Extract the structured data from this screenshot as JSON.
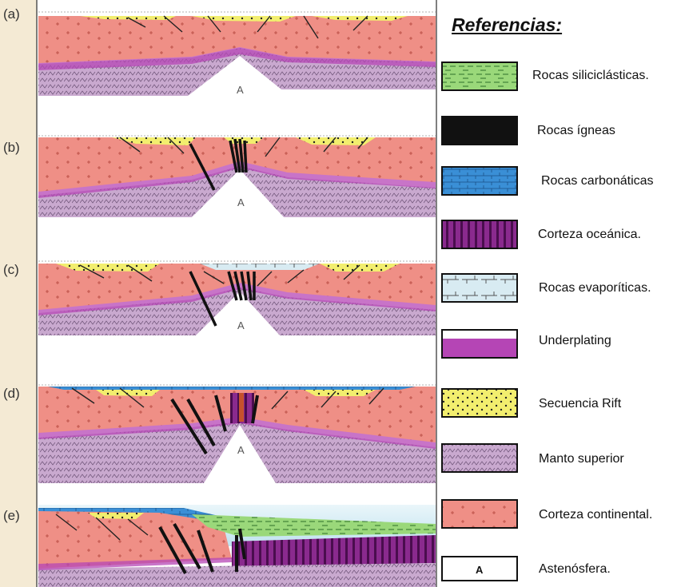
{
  "panels": [
    "(a)",
    "(b)",
    "(c)",
    "(d)",
    "(e)"
  ],
  "asthenosphere_mark": "A",
  "legend": {
    "title": "Referencias:",
    "items": [
      {
        "label": "Rocas siliciclásticas.",
        "swatch": "siliciclastic-swatch"
      },
      {
        "label": "Rocas ígneas",
        "swatch": "igneous-swatch"
      },
      {
        "label": "Rocas carbonáticas",
        "swatch": "carbonate-swatch"
      },
      {
        "label": "Corteza oceánica.",
        "swatch": "oceanic-crust-swatch"
      },
      {
        "label": "Rocas evaporíticas.",
        "swatch": "evaporite-swatch"
      },
      {
        "label": "Underplating",
        "swatch": "underplating-swatch"
      },
      {
        "label": "Secuencia Rift",
        "swatch": "rift-sequence-swatch"
      },
      {
        "label": "Manto superior",
        "swatch": "upper-mantle-swatch"
      },
      {
        "label": "Corteza continental.",
        "swatch": "continental-crust-swatch"
      },
      {
        "label": "Astenósfera.",
        "swatch": "asthenosphere-swatch",
        "mark": "A"
      }
    ]
  },
  "colors": {
    "continental_crust": "#ef8f86",
    "upper_mantle": "#c9a9cf",
    "underplating": "#b545b5",
    "rift_sequence": "#f2ee6e",
    "carbonate": "#3a8fd6",
    "siliciclastic": "#9ad87a",
    "evaporite": "#d8ebf2",
    "oceanic_crust": "#8a2a8e",
    "igneous": "#111111",
    "sea": "#cfe8f2",
    "frame_strip": "#f4ead4"
  }
}
